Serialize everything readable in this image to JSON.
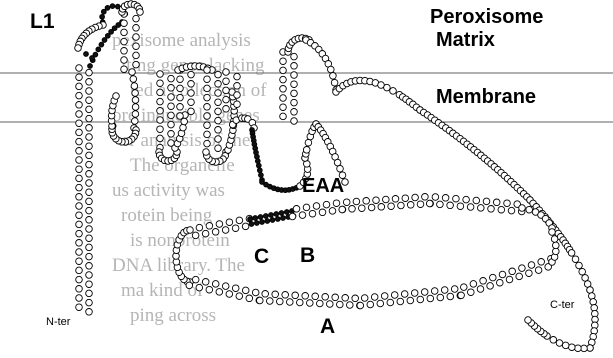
{
  "labels": {
    "loop_l1": "L1",
    "matrix_line1": "Peroxisome",
    "matrix_line2": "Matrix",
    "membrane": "Membrane",
    "eaa": "EAA",
    "region_a": "A",
    "region_b": "B",
    "region_c": "C",
    "n_terminus": "N-ter",
    "c_terminus": "C-ter"
  },
  "colors": {
    "residue_fill": "#ffffff",
    "residue_outline": "#000000",
    "highlighted_residue": "#111111",
    "membrane_boundary": "#808080",
    "background_text": "#b5b5b5"
  },
  "background_text_lines": [
    "pexisome analysis",
    "iting genes lacking",
    "ted a collection of",
    "ore inducible genes",
    "er analysis of the",
    "The organelle",
    "us activity was",
    "rotein being",
    "is nonprotein",
    "DNA library. The",
    "ma kind of",
    "ping across"
  ]
}
